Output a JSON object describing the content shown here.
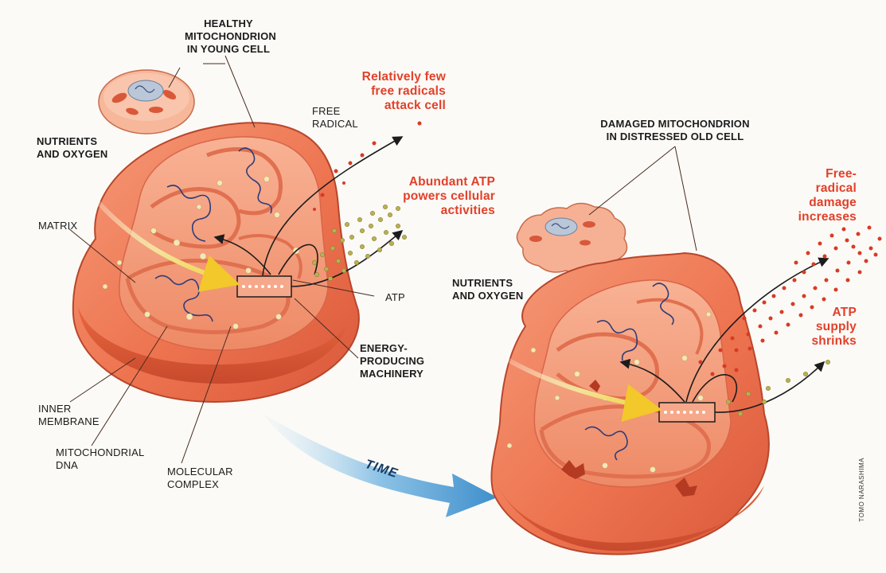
{
  "labels": {
    "healthy_title": "HEALTHY\nMITOCHONDRION\nIN YOUNG CELL",
    "free_radical": "FREE\nRADICAL",
    "few_radicals": "Relatively few\nfree radicals\nattack cell",
    "nutrients_left": "NUTRIENTS\nAND OXYGEN",
    "abundant_atp": "Abundant ATP\npowers cellular\nactivities",
    "matrix": "MATRIX",
    "atp": "ATP",
    "energy_machinery": "ENERGY-\nPRODUCING\nMACHINERY",
    "inner_membrane": "INNER\nMEMBRANE",
    "mito_dna": "MITOCHONDRIAL\nDNA",
    "molecular_complex": "MOLECULAR\nCOMPLEX",
    "time": "TIME",
    "damaged_title": "DAMAGED MITOCHONDRION\nIN DISTRESSED OLD CELL",
    "free_radical_damage": "Free-\nradical\ndamage\nincreases",
    "nutrients_right": "NUTRIENTS\nAND OXYGEN",
    "atp_shrinks": "ATP\nsupply\nshrinks",
    "signature": "TOMO NARASHIMA"
  },
  "colors": {
    "accent_red": "#e2402a",
    "mito_orange": "#f07a55",
    "mito_dark": "#d9583a",
    "time_arrow": "#4f9fd6",
    "atp_particle": "#b9b050"
  }
}
